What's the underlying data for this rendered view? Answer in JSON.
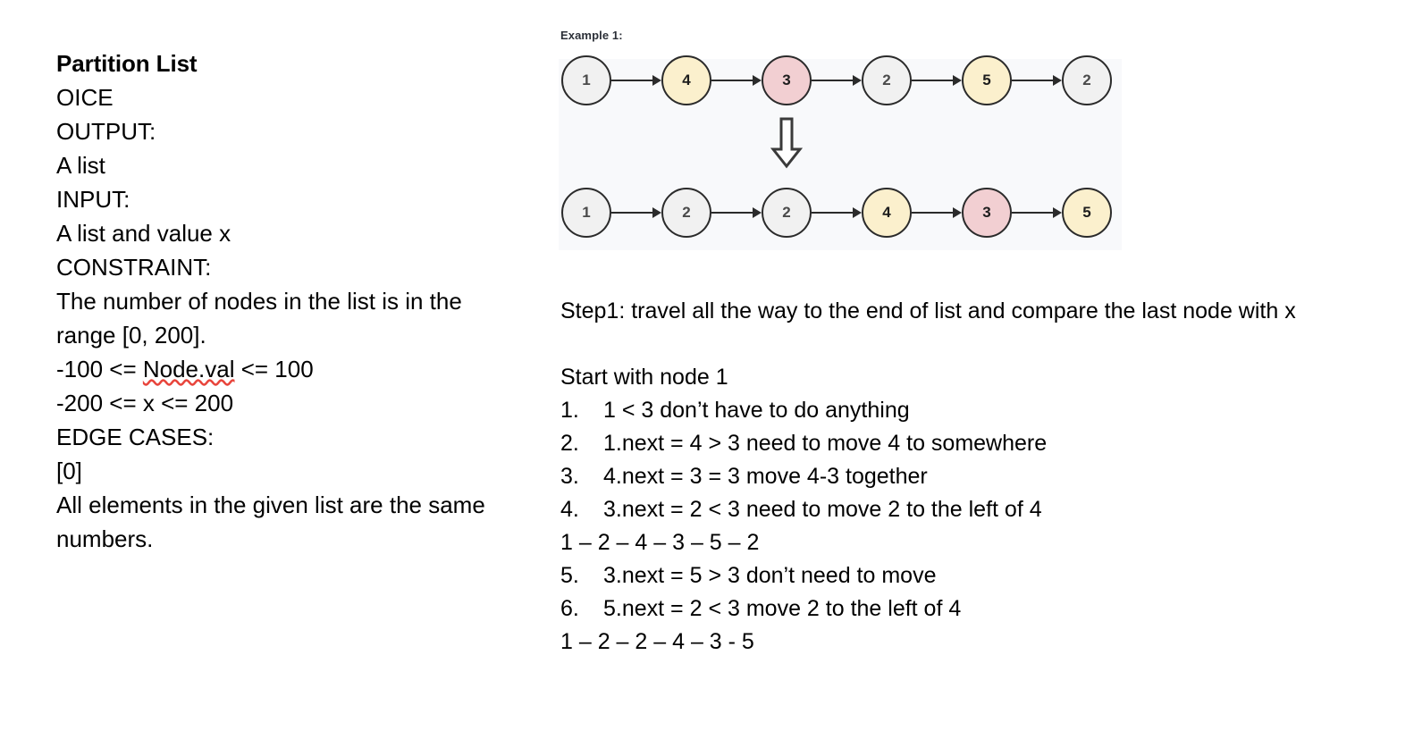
{
  "left_column": {
    "title": "Partition List",
    "lines": [
      "OICE",
      "OUTPUT:",
      "A list",
      "INPUT:",
      "A list and value x",
      "CONSTRAINT:",
      "The number of nodes in the list is in the range [0, 200]."
    ],
    "constraint_node_prefix": "-100 <= ",
    "constraint_node_misspelled": "Node.val",
    "constraint_node_suffix": " <= 100",
    "constraint_x": "-200 <= x <= 200",
    "edge_cases_label": "EDGE CASES:",
    "edge_case_1": "[0]",
    "edge_case_2": "All elements in the given list are the same numbers."
  },
  "diagram": {
    "example_label": "Example 1:",
    "transform_arrow": "down-block-arrow",
    "colors": {
      "grey": "#f1f1f1",
      "yellow": "#fbf0cd",
      "pink": "#f2cfd2",
      "stroke": "#2b2b2b",
      "panel_bg": "#f8f9fb"
    },
    "before_list": [
      {
        "value": "1",
        "color": "grey"
      },
      {
        "value": "4",
        "color": "yellow"
      },
      {
        "value": "3",
        "color": "pink"
      },
      {
        "value": "2",
        "color": "grey"
      },
      {
        "value": "5",
        "color": "yellow"
      },
      {
        "value": "2",
        "color": "grey"
      }
    ],
    "after_list": [
      {
        "value": "1",
        "color": "grey"
      },
      {
        "value": "2",
        "color": "grey"
      },
      {
        "value": "2",
        "color": "grey"
      },
      {
        "value": "4",
        "color": "yellow"
      },
      {
        "value": "3",
        "color": "pink"
      },
      {
        "value": "5",
        "color": "yellow"
      }
    ]
  },
  "right_column": {
    "step1": "Step1: travel all the way to the end of list and compare the last node with x",
    "start_line": "Start with node 1",
    "steps": [
      {
        "marker": "1.",
        "text": "1 < 3 don’t have to do anything"
      },
      {
        "marker": "2.",
        "text": "1.next = 4 > 3 need to move 4 to somewhere"
      },
      {
        "marker": "3.",
        "text": "4.next = 3 = 3 move 4-3 together"
      },
      {
        "marker": "4.",
        "text": "3.next = 2 < 3 need to move 2 to the left of 4"
      }
    ],
    "sequence_1": "1 – 2 – 4 – 3 – 5 – 2",
    "steps2": [
      {
        "marker": "5.",
        "text": "3.next = 5 > 3 don’t need to move"
      },
      {
        "marker": "6.",
        "text": "5.next = 2 < 3 move 2 to the left of 4"
      }
    ],
    "sequence_2": "1 – 2 – 2 – 4 – 3 - 5"
  }
}
